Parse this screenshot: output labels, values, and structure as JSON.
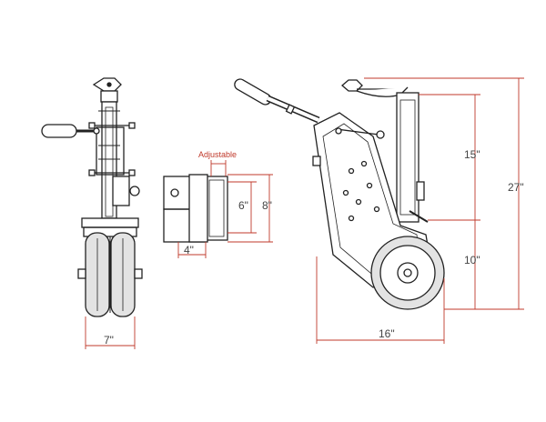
{
  "labels": {
    "adjustable": "Adjustable",
    "width_wheels": "7\"",
    "bracket_depth": "4\"",
    "bracket_inner": "6\"",
    "bracket_outer": "8\"",
    "upper_height": "15\"",
    "lower_height": "10\"",
    "total_height": "27\"",
    "length": "16\""
  },
  "colors": {
    "line": "#222222",
    "dim": "#c0392b",
    "grey": "#7f7f7f",
    "wheel": "#e3e3e3"
  }
}
